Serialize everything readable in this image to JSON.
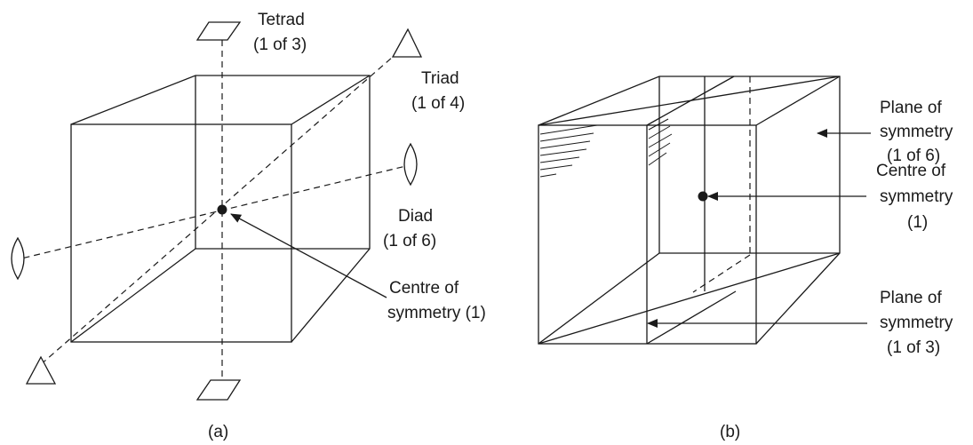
{
  "figure": {
    "ink_color": "#1a1a1a",
    "background": "#ffffff",
    "panel_a": {
      "caption": "(a)",
      "tetrad": {
        "name": "Tetrad",
        "count": "(1 of 3)"
      },
      "triad": {
        "name": "Triad",
        "count": "(1 of 4)"
      },
      "diad": {
        "name": "Diad",
        "count": "(1 of 6)"
      },
      "centre": {
        "line1": "Centre of",
        "line2": "symmetry (1)"
      }
    },
    "panel_b": {
      "caption": "(b)",
      "plane_top": {
        "line1": "Plane of",
        "line2": "symmetry",
        "line3": "(1 of 6)"
      },
      "centre": {
        "line1": "Centre of",
        "line2": "symmetry",
        "line3": "(1)"
      },
      "plane_bottom": {
        "line1": "Plane of",
        "line2": "symmetry",
        "line3": "(1 of 3)"
      }
    }
  }
}
